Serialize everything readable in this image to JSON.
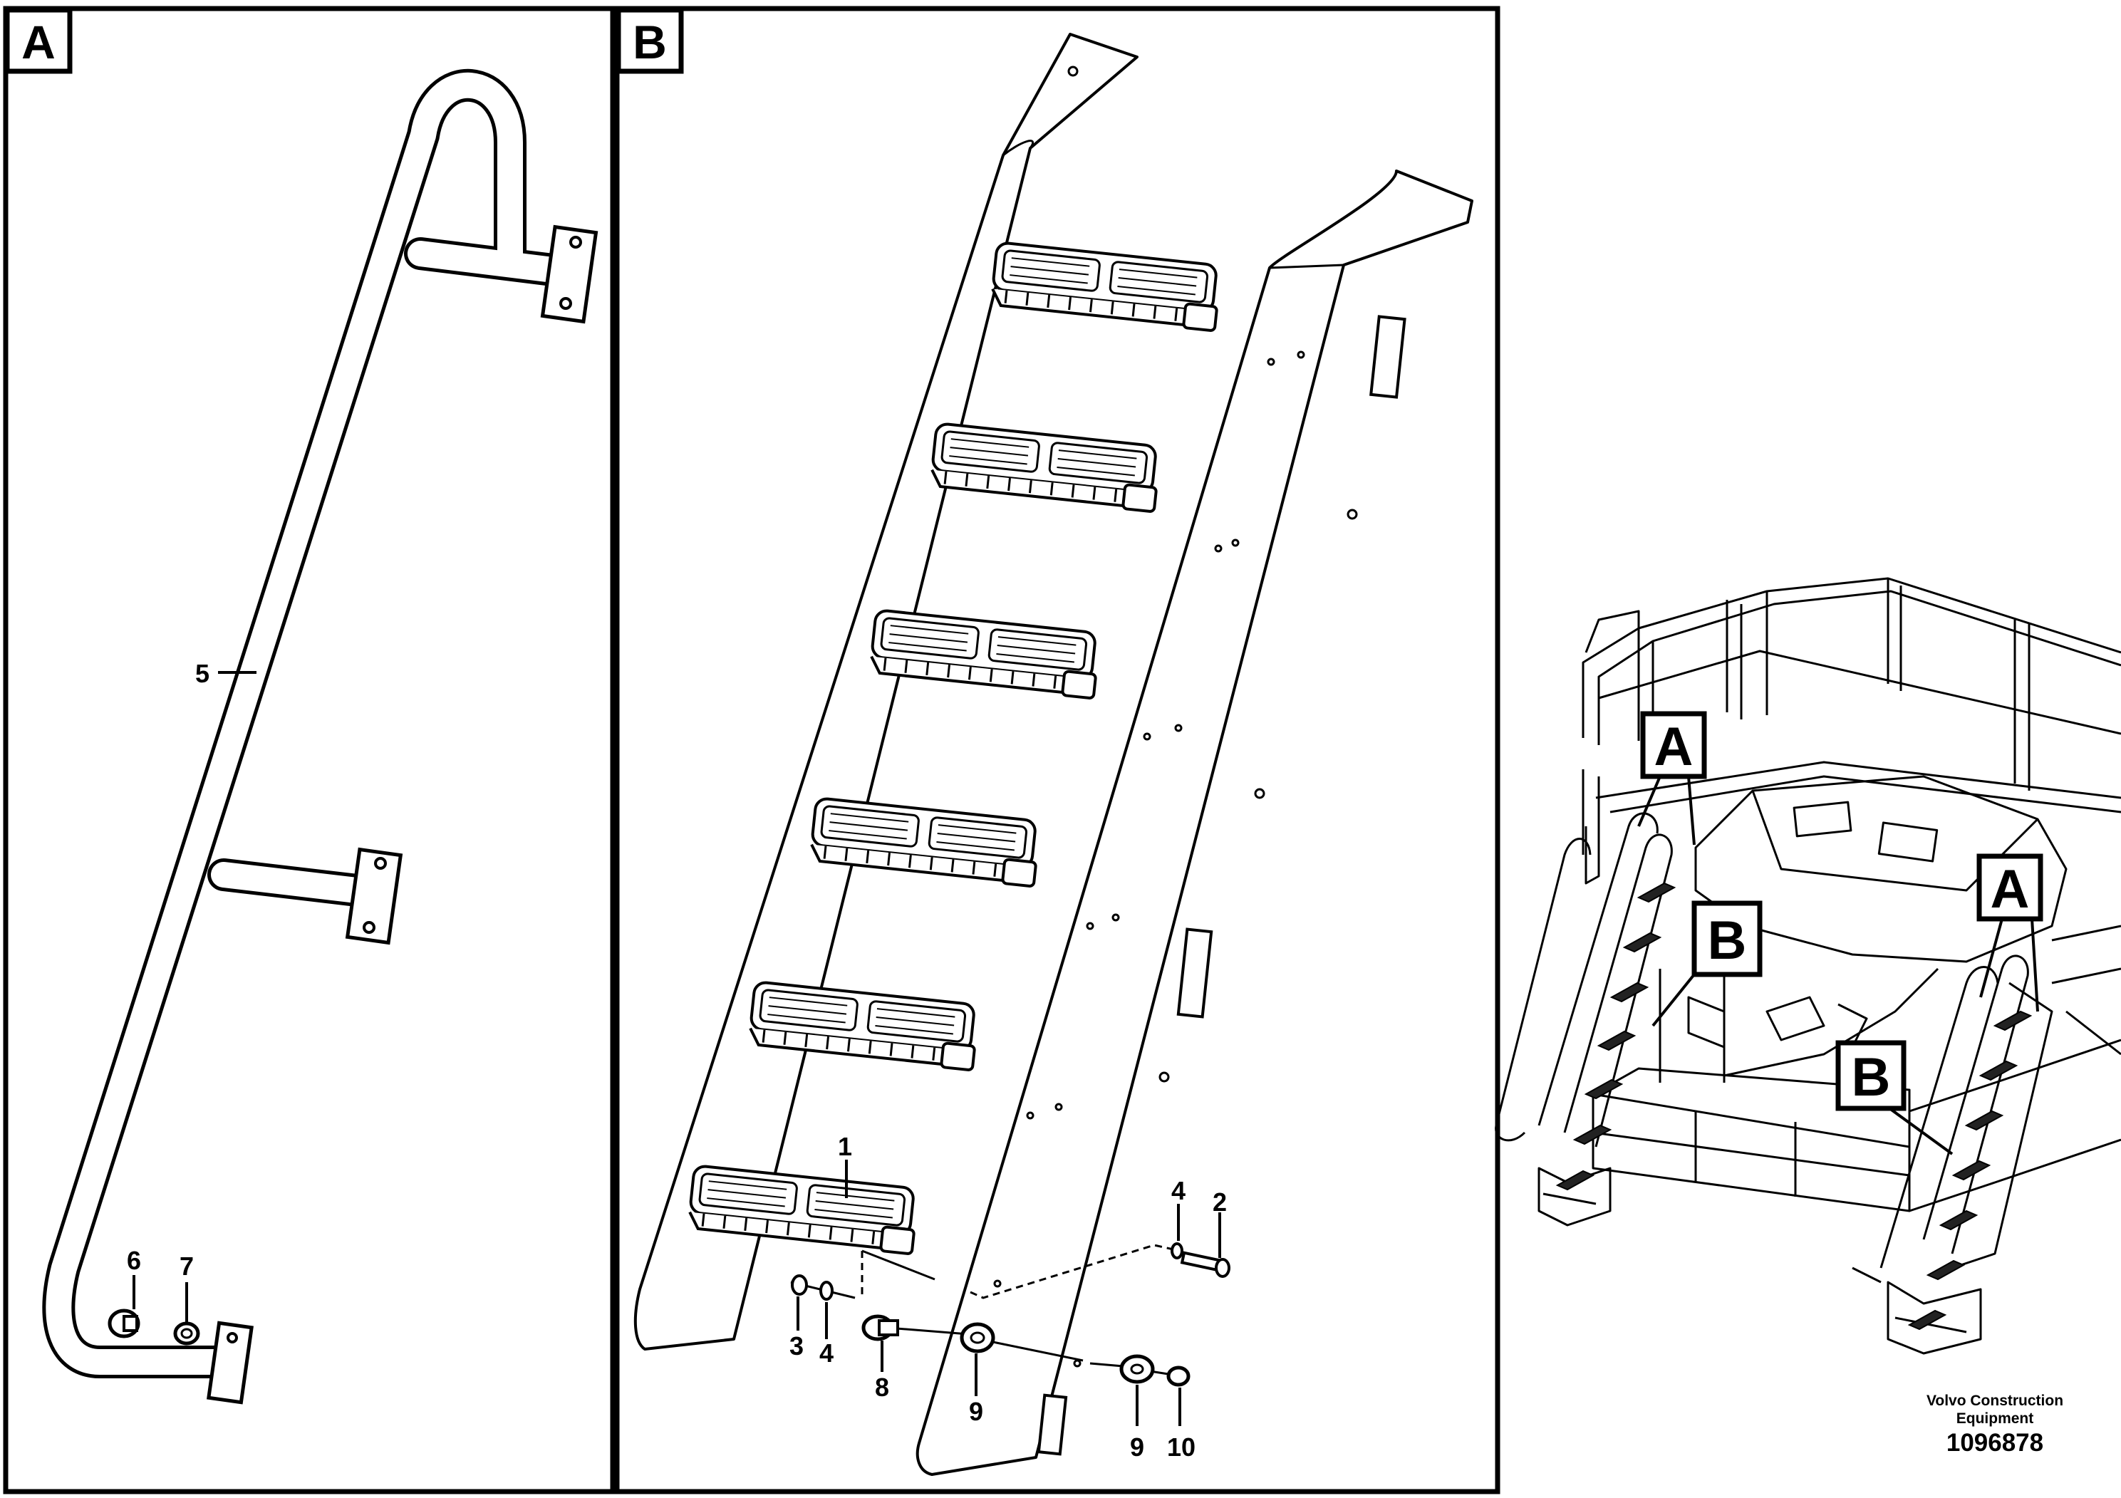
{
  "panels": {
    "a": {
      "tag": "A"
    },
    "b": {
      "tag": "B"
    }
  },
  "callouts": {
    "p1": "1",
    "p2": "2",
    "p3": "3",
    "p4a": "4",
    "p4b": "4",
    "p5": "5",
    "p6": "6",
    "p7": "7",
    "p8": "8",
    "p9a": "9",
    "p9b": "9",
    "p10": "10"
  },
  "overview": {
    "tags": {
      "a_left": "A",
      "a_right": "A",
      "b_left": "B",
      "b_right": "B"
    }
  },
  "footer": {
    "manufacturer_line1": "Volvo Construction",
    "manufacturer_line2": "Equipment",
    "document_number": "1096878"
  },
  "colors": {
    "line": "#000000",
    "background": "#ffffff"
  }
}
